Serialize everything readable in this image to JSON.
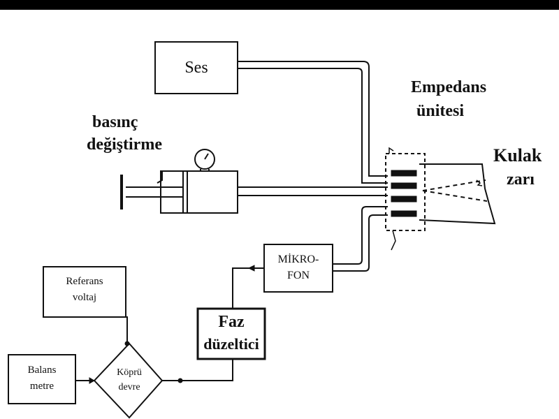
{
  "diagram": {
    "ses": "Ses",
    "empedans_line1": "Empedans",
    "empedans_line2": "ünitesi",
    "basinc_line1": "basınç",
    "basinc_line2": "değiştirme",
    "kulak_line1": "Kulak",
    "kulak_line2": "zarı",
    "mikrofon_line1": "MİKRO-",
    "mikrofon_line2": "FON",
    "referans_line1": "Referans",
    "referans_line2": "voltaj",
    "faz_line1": "Faz",
    "faz_line2": "düzeltici",
    "balans_line1": "Balans",
    "balans_line2": "metre",
    "kopru_line1": "Köprü",
    "kopru_line2": "devre"
  },
  "colors": {
    "ink": "#111111",
    "background": "#ffffff"
  }
}
